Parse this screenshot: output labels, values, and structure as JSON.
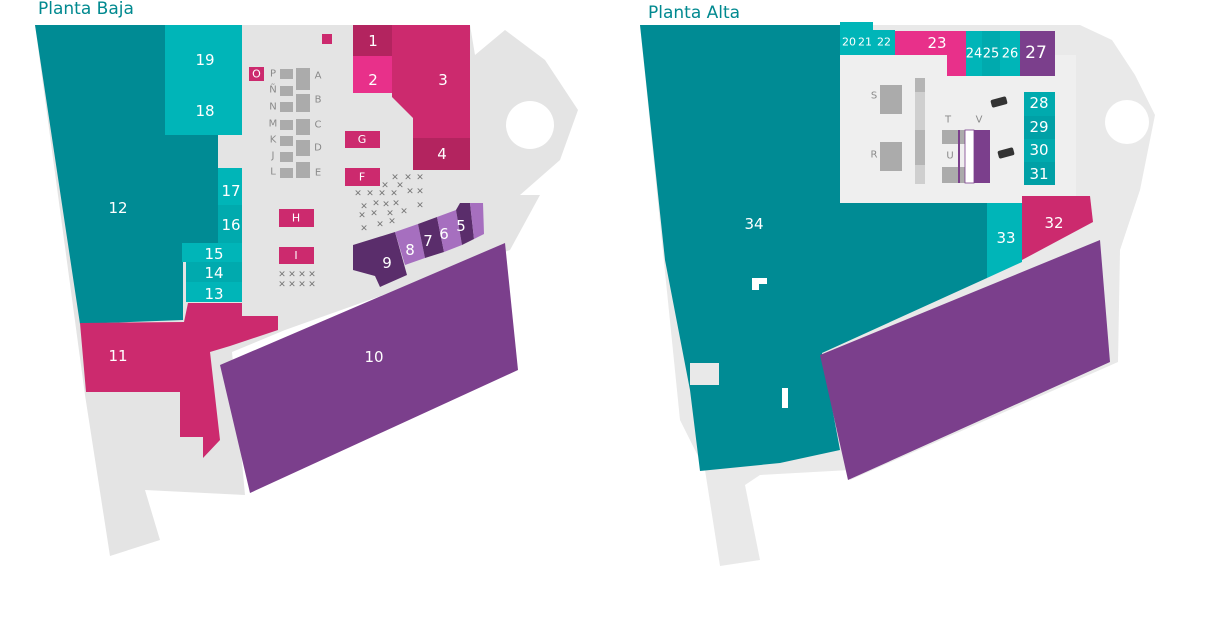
{
  "colors": {
    "teal_dark": "#008b94",
    "teal_light": "#00b5b8",
    "magenta": "#cc2a6e",
    "magenta_dark": "#b3245f",
    "pink": "#e8308a",
    "purple": "#7b3f8c",
    "purple_light": "#a66fbf",
    "purple_dark": "#5a2d6b",
    "floor": "#e4e4e4"
  },
  "planta_baja": {
    "title": "Planta Baja",
    "shops": {
      "s1": "1",
      "s2": "2",
      "s3": "3",
      "s4": "4",
      "s5": "5",
      "s6": "6",
      "s7": "7",
      "s8": "8",
      "s9": "9",
      "s10": "10",
      "s11": "11",
      "s12": "12",
      "s13": "13",
      "s14": "14",
      "s15": "15",
      "s16": "16",
      "s17": "17",
      "s18": "18",
      "s19": "19"
    },
    "kiosks": {
      "G": "G",
      "F": "F",
      "H": "H",
      "I": "I",
      "O": "O"
    },
    "stands_left": [
      "P",
      "Ñ",
      "N",
      "M",
      "K",
      "J",
      "L"
    ],
    "stands_right": [
      "A",
      "B",
      "C",
      "D",
      "E"
    ]
  },
  "planta_alta": {
    "title": "Planta Alta",
    "shops": {
      "s20": "20",
      "s21": "21",
      "s22": "22",
      "s23": "23",
      "s24": "24",
      "s25": "25",
      "s26": "26",
      "s27": "27",
      "s28": "28",
      "s29": "29",
      "s30": "30",
      "s31": "31",
      "s32": "32",
      "s33": "33",
      "s34": "34"
    },
    "stands": {
      "S": "S",
      "R": "R",
      "T": "T",
      "U": "U",
      "V": "V"
    }
  }
}
